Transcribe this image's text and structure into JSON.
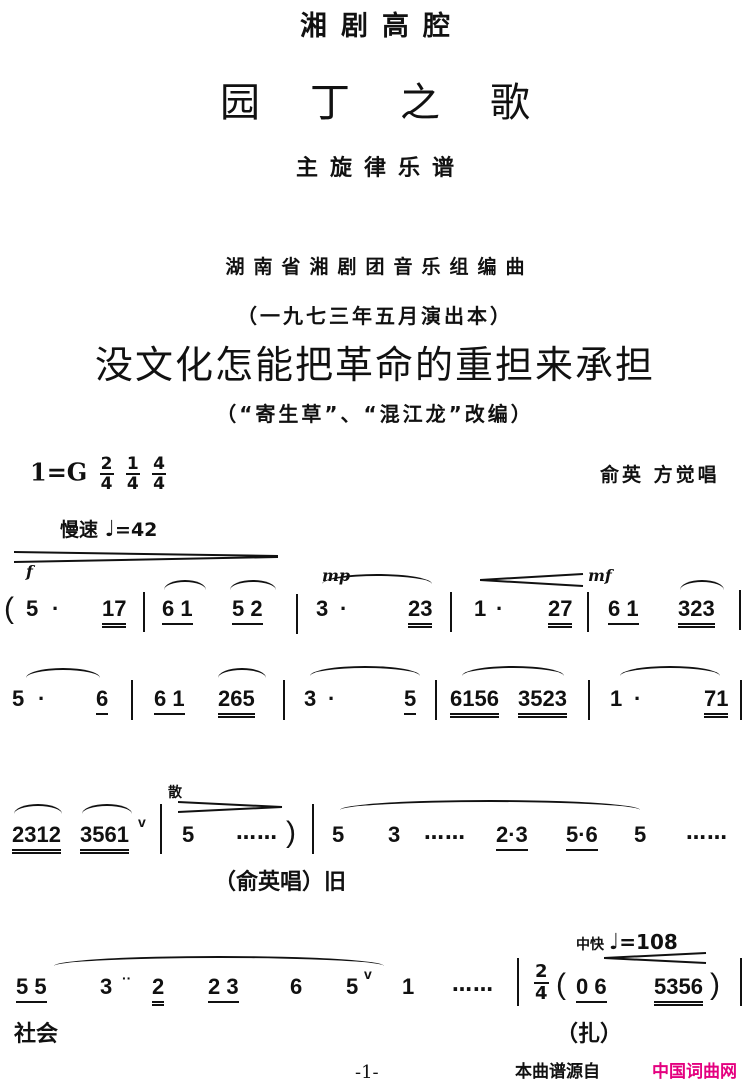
{
  "header": {
    "opera_type": "湘剧高腔",
    "title": "园丁之歌",
    "subtitle": "主旋律乐谱",
    "arranger": "湖南省湘剧团音乐组编曲",
    "performance_edition": "（一九七三年五月演出本）",
    "song_title": "没文化怎能把革命的重担来承担",
    "adaptation_note": "（“寄生草”、“混江龙”改编）"
  },
  "meta": {
    "key": "1=G",
    "time_signatures": [
      {
        "num": "2",
        "den": "4"
      },
      {
        "num": "1",
        "den": "4"
      },
      {
        "num": "4",
        "den": "4"
      }
    ],
    "singers": "俞英 方觉唱",
    "tempo1_label": "慢速",
    "tempo1_value": "=42",
    "tempo2_label": "中快",
    "tempo2_value": "=108",
    "quarter_note": "♩"
  },
  "score": {
    "row1": {
      "dynamics": [
        "f",
        "mp",
        "mf"
      ],
      "open_paren": "(",
      "notes": [
        "5",
        "·",
        "17",
        "6 1",
        "5 2",
        "3",
        "·",
        "23",
        "1",
        "·",
        "27",
        "6 1",
        "323"
      ]
    },
    "row2": {
      "notes": [
        "5",
        "·",
        "6",
        "6 1",
        "265",
        "3",
        "·",
        "5",
        "6156",
        "3523",
        "1",
        "·",
        "71"
      ]
    },
    "row3": {
      "notes": [
        "2312",
        "3561",
        "v",
        "5",
        "……",
        ")",
        "5",
        "3",
        "……",
        "2·3",
        "5·6",
        "5",
        "……"
      ],
      "free_tempo": "散",
      "lyric": "（俞英唱）旧"
    },
    "row4": {
      "notes": [
        "5 5",
        "3",
        "··",
        "2",
        "2 3",
        "6",
        "5",
        "v",
        "1",
        "……",
        "(",
        "0 6",
        "5356",
        ")"
      ],
      "time_sig": {
        "num": "2",
        "den": "4"
      },
      "lyric_left": "社会",
      "lyric_right": "（扎）"
    }
  },
  "footer": {
    "page_number": "-1-",
    "source_label": "本曲谱源自",
    "source_site": "中国词曲网",
    "source_color": "#e4007f"
  }
}
